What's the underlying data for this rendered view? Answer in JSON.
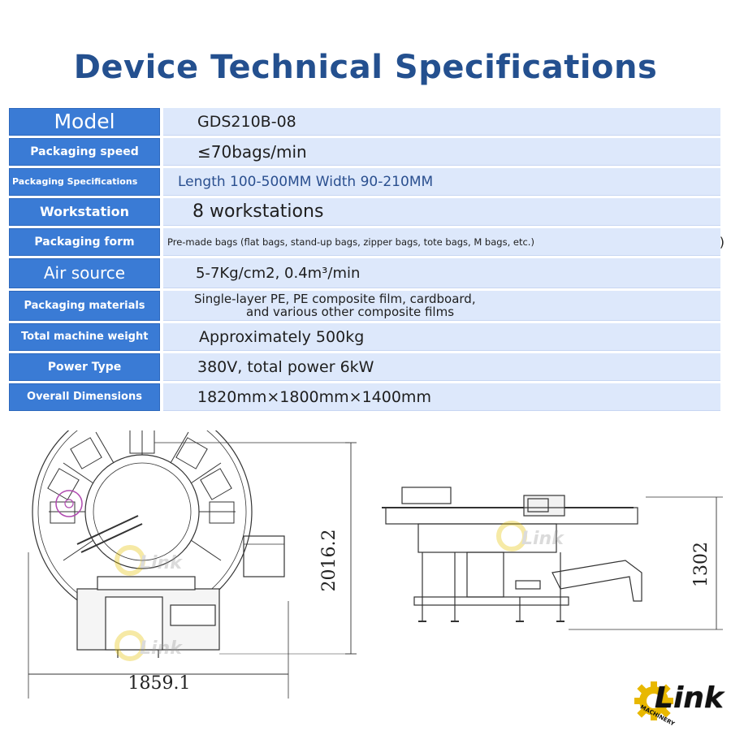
{
  "title": "Device Technical Specifications",
  "specs": [
    {
      "label": "Model",
      "value": "GDS210B-08"
    },
    {
      "label": "Packaging speed",
      "value": "≤70bags/min"
    },
    {
      "label": "Packaging Specifications",
      "value": "Length 100-500MM Width 90-210MM"
    },
    {
      "label": "Workstation",
      "value": "8 workstations"
    },
    {
      "label": "Packaging form",
      "value": "Pre-made bags (flat bags, stand-up bags, zipper bags, tote bags, M bags, etc.)",
      "trailing": ")"
    },
    {
      "label": "Air source",
      "value": "5-7Kg/cm2, 0.4m³/min"
    },
    {
      "label": "Packaging materials",
      "value_line1": "Single-layer PE, PE composite film, cardboard,",
      "value_line2": "and various other composite films"
    },
    {
      "label": "Total machine weight",
      "value": "Approximately 500kg"
    },
    {
      "label": "Power Type",
      "value": "380V, total power 6kW"
    },
    {
      "label": "Overall Dimensions",
      "value": "1820mm×1800mm×1400mm"
    }
  ],
  "drawing": {
    "front_height": "2016.2",
    "front_width": "1859.1",
    "side_height": "1302"
  },
  "watermark": "Link",
  "logo": {
    "text": "Link",
    "sub": "MACHINERY"
  },
  "colors": {
    "title": "#24508f",
    "label_bg": "#3a7bd5",
    "value_bg": "#dde8fb"
  }
}
